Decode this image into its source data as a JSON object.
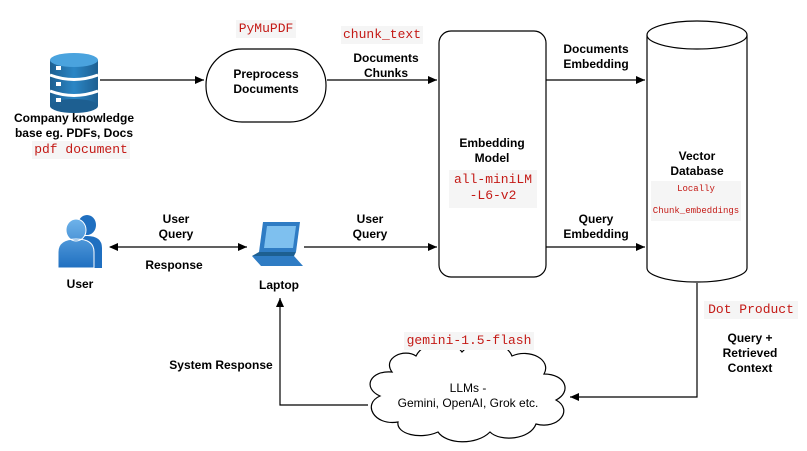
{
  "nodes": {
    "knowledge_base": "Company knowledge\nbase eg. PDFs, Docs",
    "preprocess": "Preprocess\nDocuments",
    "embedding_model": "Embedding\nModel",
    "vector_db": "Vector\nDatabase",
    "user": "User",
    "laptop": "Laptop",
    "llms": "LLMs -\nGemini, OpenAI, Grok etc."
  },
  "edges": {
    "documents_chunks": "Documents\nChunks",
    "documents_embedding": "Documents\nEmbedding",
    "user_query_1": "User\nQuery",
    "response": "Response",
    "user_query_2": "User\nQuery",
    "query_embedding": "Query\nEmbedding",
    "query_retrieved": "Query + Retrieved\nContext",
    "system_response": "System Response"
  },
  "code_labels": {
    "pymupdf": "PyMuPDF",
    "chunk_text": "chunk_text",
    "pdf_document": "pdf document",
    "model_name": "all-miniLM\n-L6-v2",
    "locally": "Locally",
    "chunk_embeddings": "Chunk_embeddings",
    "dot_product": "Dot Product",
    "gemini_flash": "gemini-1.5-flash"
  },
  "icons": {
    "database": "database-icon",
    "users": "users-icon",
    "laptop": "laptop-icon",
    "cloud": "cloud-shape"
  },
  "colors": {
    "code_text": "#c41a16",
    "code_bg": "#f5f5f5",
    "db_blue": "#1f6fa8",
    "user_blue": "#3a8fd9"
  }
}
